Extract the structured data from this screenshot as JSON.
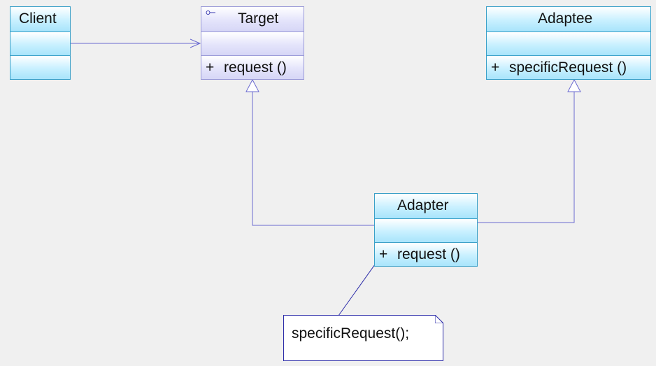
{
  "classes": {
    "client": {
      "name": "Client",
      "operations": []
    },
    "target": {
      "name": "Target",
      "stereotype_icon": "interface-lollipop-icon",
      "operation_visibility": "+",
      "operation": "request ()"
    },
    "adaptee": {
      "name": "Adaptee",
      "operation_visibility": "+",
      "operation": "specificRequest ()"
    },
    "adapter": {
      "name": "Adapter",
      "operation_visibility": "+",
      "operation": "request ()"
    }
  },
  "note": {
    "text": "specificRequest();"
  },
  "relations": [
    {
      "kind": "association",
      "from": "Client",
      "to": "Target",
      "arrow": "open-arrow"
    },
    {
      "kind": "realization",
      "from": "Adapter",
      "to": "Target",
      "arrow": "hollow-triangle"
    },
    {
      "kind": "generalization",
      "from": "Adapter",
      "to": "Adaptee",
      "arrow": "hollow-triangle"
    },
    {
      "kind": "note-anchor",
      "from": "note",
      "to": "Adapter.request"
    }
  ],
  "colors": {
    "background": "#f0f0f0",
    "class_border": "#3aa0c8",
    "class_fill": "#a8e4fb",
    "interface_border": "#9a9ad8",
    "interface_fill": "#d6d6f6",
    "connector": "#6a6ad0",
    "note_border": "#2a2aa8"
  }
}
